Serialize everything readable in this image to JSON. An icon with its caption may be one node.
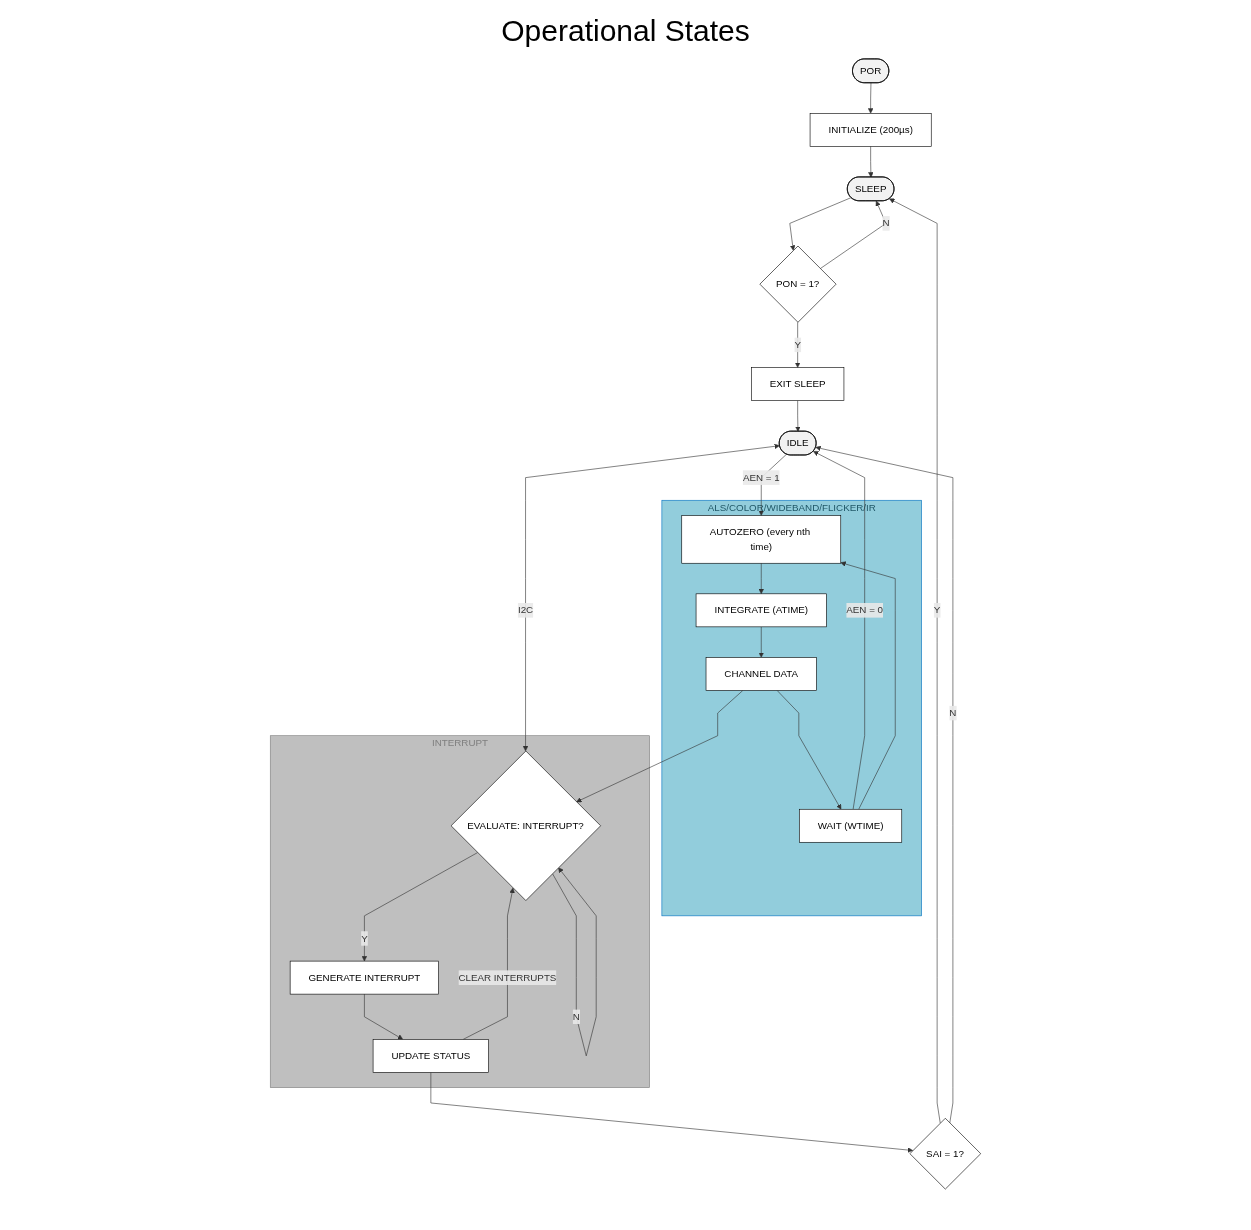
{
  "diagram": {
    "title": "Operational States",
    "nodes": [
      {
        "text": [
          "POR"
        ]
      },
      {
        "text": [
          "INITIALIZE (200µs)"
        ]
      },
      {
        "text": [
          "SAI = 1?"
        ]
      },
      {
        "text": [
          "SLEEP"
        ]
      },
      {
        "text": [
          "PON = 1?"
        ]
      },
      {
        "text": [
          "EXIT SLEEP"
        ]
      },
      {
        "text": [
          "IDLE"
        ]
      },
      {
        "text": [
          "ALS/COLOR/WIDEBAND/FLICKER/IR"
        ]
      },
      {
        "text": [
          "WAIT (WTIME)"
        ],
        "in": 7
      },
      {
        "text": [
          "AUTOZERO (every nth time)"
        ],
        "in": 7
      },
      {
        "text": [
          "CHANNEL DATA"
        ],
        "in": 7
      },
      {
        "text": [
          "INTEGRATE (ATIME)"
        ],
        "in": 7
      },
      {
        "text": [
          "INTERRUPT"
        ]
      },
      {
        "text": [
          "UPDATE STATUS"
        ],
        "in": 12
      },
      {
        "text": [
          "GENERATE INTERRUPT"
        ],
        "in": 12
      },
      {
        "text": [
          "EVALUATE: INTERRUPT?"
        ],
        "in": 12
      }
    ],
    "edges": [
      {
        "from": 0,
        "to": 1,
        "arrow": "to"
      },
      {
        "from": 1,
        "to": 3,
        "arrow": "to"
      },
      {
        "from": 2,
        "to": 3,
        "arrow": "to",
        "label": "Y"
      },
      {
        "from": 2,
        "to": 6,
        "arrow": "to",
        "label": "N"
      },
      {
        "from": 3,
        "to": 4,
        "arrow": "to"
      },
      {
        "from": 4,
        "to": 5,
        "arrow": "to",
        "label": "Y"
      },
      {
        "from": 4,
        "to": 3,
        "arrow": "to",
        "label": "N"
      },
      {
        "from": 5,
        "to": 6,
        "arrow": "to"
      },
      {
        "from": 6,
        "to": 9,
        "arrow": "to",
        "label": "AEN = 1"
      },
      {
        "from": 8,
        "to": 6,
        "arrow": "to",
        "label": "AEN = 0"
      },
      {
        "from": 8,
        "to": 9,
        "arrow": "to"
      },
      {
        "from": 9,
        "to": 11,
        "arrow": "to"
      },
      {
        "from": 11,
        "to": 10,
        "arrow": "to"
      },
      {
        "from": 10,
        "to": 8,
        "arrow": "to"
      },
      {
        "from": 10,
        "to": 15,
        "arrow": "to"
      },
      {
        "from": 13,
        "to": 15,
        "arrow": "to",
        "label": "CLEAR INTERRUPTS"
      },
      {
        "from": 15,
        "to": 14,
        "arrow": "to",
        "label": "Y"
      },
      {
        "from": 15,
        "to": 15,
        "arrow": "to",
        "label": "N"
      },
      {
        "from": 14,
        "to": 13,
        "arrow": "to"
      },
      {
        "from": 13,
        "to": 2,
        "arrow": "to"
      },
      {
        "from": 6,
        "to": 15,
        "arrow": "both",
        "label": "I2C"
      }
    ]
  }
}
